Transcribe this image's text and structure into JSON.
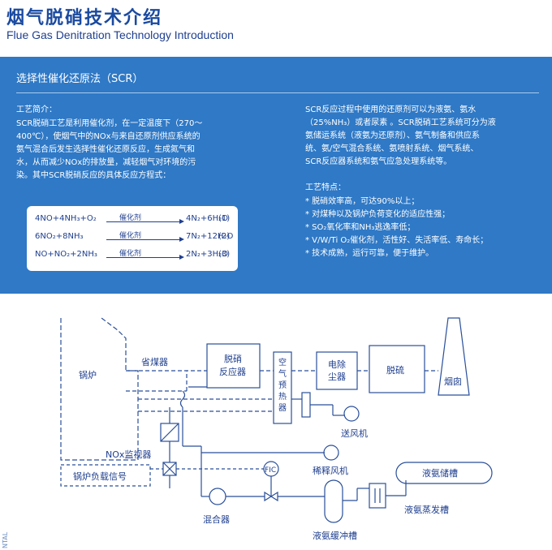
{
  "header": {
    "title_cn": "烟气脱硝技术介绍",
    "title_en": "Flue Gas Denitration Technology Introduction"
  },
  "section": {
    "title": "选择性催化还原法（SCR）"
  },
  "left": {
    "heading": "工艺简介：",
    "lines": [
      "SCR脱硝工艺是利用催化剂，在一定温度下（270～",
      "400℃），使烟气中的NOx与来自还原剂供应系统的",
      "氨气混合后发生选择性催化还原反应，生成氮气和",
      "水，从而减少NOx的排放量，减轻烟气对环境的污",
      "染。其中SCR脱硝反应的具体反应方程式："
    ]
  },
  "equations": [
    {
      "left": "4NO+4NH₃+O₂",
      "catalyst": "催化剂",
      "right": "4N₂+6H₂O",
      "num": "(1)"
    },
    {
      "left": "6NO₂+8NH₃",
      "catalyst": "催化剂",
      "right": "7N₂+12H₂O",
      "num": "(2)"
    },
    {
      "left": "NO+NO₂+2NH₃",
      "catalyst": "催化剂",
      "right": "2N₂+3H₂O",
      "num": "(3)"
    }
  ],
  "right": {
    "lines": [
      "SCR反应过程中使用的还原剂可以为液氨、氨水",
      "（25%NH₃）或者尿素 。SCR脱硝工艺系统可分为液",
      "氨储运系统（液氨为还原剂）、氨气制备和供应系",
      "统、氨/空气混合系统、氨喷射系统、烟气系统、",
      "SCR反应器系统和氨气应急处理系统等。"
    ],
    "features_heading": "工艺特点：",
    "features": [
      "* 脱硝效率高，可达90%以上；",
      "* 对煤种以及锅炉负荷变化的适应性强；",
      "* SO₂氧化率和NH₃逃逸率低；",
      "* V/W/Ti O₂催化剂，活性好、失活率低、寿命长；",
      "* 技术成熟，运行可靠，便于维护。"
    ]
  },
  "diagram": {
    "boiler": "锅炉",
    "economizer": "省煤器",
    "reactor_line1": "脱硝",
    "reactor_line2": "反应器",
    "air_preheater": "空气预热器",
    "esp_line1": "电除",
    "esp_line2": "尘器",
    "fgd": "脱硫",
    "chimney": "烟囱",
    "fan": "送风机",
    "nox_monitor": "NOx监视器",
    "load_signal": "锅炉负载信号",
    "fic": "FIC",
    "dilution_fan": "稀释风机",
    "mixer": "混合器",
    "buffer_tank": "液氨缓冲槽",
    "storage_tank": "液氨储槽",
    "evaporator": "液氨蒸发槽"
  },
  "side_text": "NTAL",
  "colors": {
    "panel": "#2f79c6",
    "title": "#1a4aa0",
    "line": "#2a4f9a"
  }
}
